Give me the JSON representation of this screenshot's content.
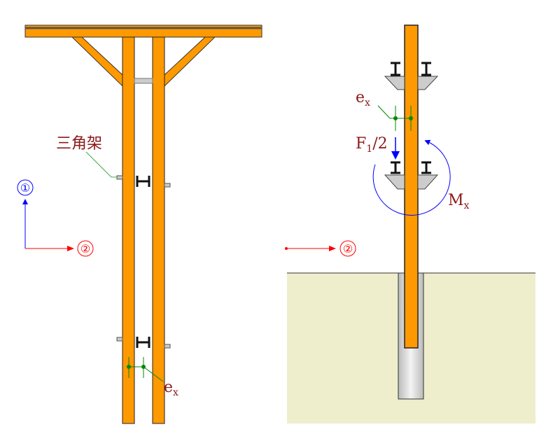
{
  "labels": {
    "bracket": "三角架",
    "axis1": "①",
    "axis2": "②",
    "axis2_right": "②",
    "ex_left": "e",
    "ex_left_sub": "x",
    "ex_right": "e",
    "ex_right_sub": "x",
    "force": "F",
    "force_sub": "1",
    "force_rest": "/2",
    "moment": "M",
    "moment_sub": "x"
  },
  "colors": {
    "column": "#ff9900",
    "ground": "#eeeecc",
    "axis1": "#0000ff",
    "axis2": "#ff0000",
    "label": "#8b1a1a",
    "dim": "#008000"
  }
}
